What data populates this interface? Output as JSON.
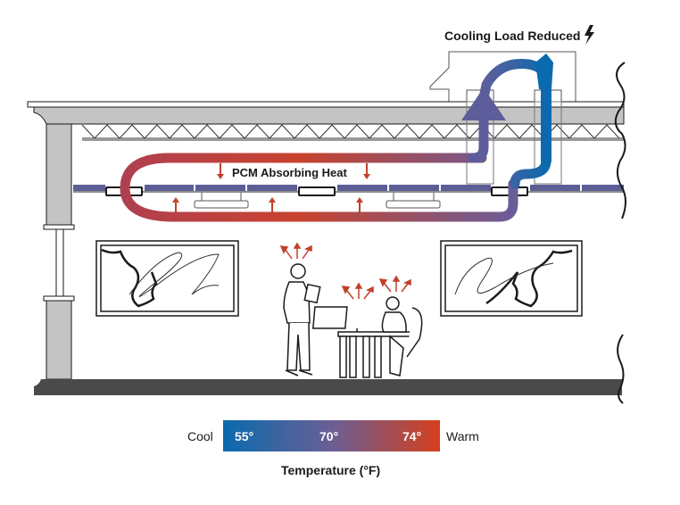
{
  "diagram": {
    "labels": {
      "cooling_load": "Cooling Load Reduced",
      "pcm": "PCM Absorbing Heat"
    },
    "icons": {
      "bolt": "lightning-bolt-icon"
    },
    "legend": {
      "left_label": "Cool",
      "right_label": "Warm",
      "values": [
        "55°",
        "70°",
        "74°"
      ],
      "title": "Temperature (°F)",
      "colors": {
        "cool": "#0a6aad",
        "mid": "#5f5f99",
        "warm": "#d23f1e"
      }
    },
    "colors": {
      "slab": "#c4c4c4",
      "floor": "#4a4a4a",
      "pcm_panel": "#5d5e96",
      "heat_arrow": "#c2402a",
      "outline": "#1a1a1a"
    }
  }
}
